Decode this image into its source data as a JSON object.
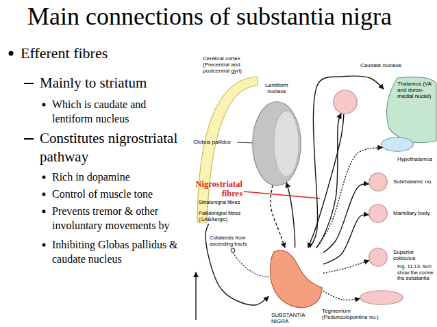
{
  "diagram": {
    "title": "Main connections of substantia nigra",
    "nodes": [
      {
        "text": [
          "Cerebral cortex (Precentral and postcentral gyri)"
        ]
      },
      {
        "text": [
          "Lentiform nucleus"
        ]
      },
      {
        "text": [
          "Caudate nucleus"
        ]
      },
      {
        "text": [
          "Thalamus (VA and dorso-medial nuclei)"
        ]
      },
      {
        "text": [
          "Hypothalamus"
        ]
      },
      {
        "text": [
          "Subthalamic nu."
        ]
      },
      {
        "text": [
          "Mamillary body"
        ]
      },
      {
        "text": [
          "Superior colliculus"
        ]
      },
      {
        "text": [
          "Tegmentum (Pedunculopontine nu.)"
        ]
      },
      {
        "text": [
          "SUBSTANTIA NIGRA"
        ]
      }
    ],
    "edges": [
      {
        "from": 0,
        "to": 9,
        "arrow": "to"
      },
      {
        "from": 9,
        "to": 2,
        "arrow": "to"
      },
      {
        "from": 9,
        "to": 1,
        "arrow": "to"
      },
      {
        "from": 2,
        "to": 9,
        "arrow": "to"
      },
      {
        "from": 1,
        "to": 9,
        "arrow": "to"
      },
      {
        "from": 9,
        "to": 3,
        "arrow": "to"
      },
      {
        "from": 9,
        "to": 4,
        "arrow": "to"
      },
      {
        "from": 9,
        "to": 5,
        "arrow": "to"
      },
      {
        "from": 9,
        "to": 6,
        "arrow": "to"
      },
      {
        "from": 9,
        "to": 7,
        "arrow": "to"
      },
      {
        "from": 9,
        "to": 8,
        "arrow": "to"
      }
    ],
    "labels": [
      "Efferent fibres",
      "Mainly to striatum",
      "Which is caudate and lentiform nucleus",
      "Constitutes nigrostriatal pathway",
      "Rich in dopamine",
      "Control of muscle tone",
      "Prevents tremor & other involuntary movements by",
      "Inhibiting Globas pallidus & caudate nucleus",
      "Globus pallidus",
      "Nigrostriatal fibres",
      "Striatonigral fibres",
      "Pallidonigral fibres (GABAergic)",
      "Collaterals from ascending tracts",
      "Fig. 11.13. Sch show the conne the substantia"
    ]
  }
}
